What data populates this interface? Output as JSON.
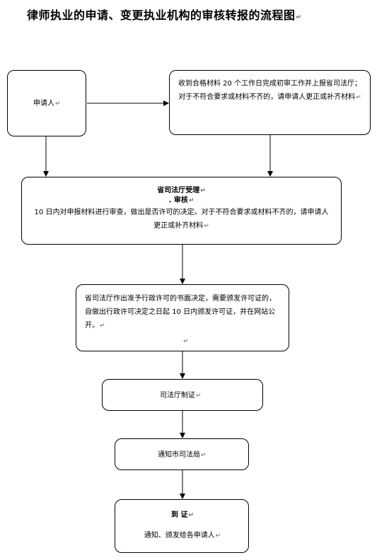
{
  "title": "律师执业的申请、变更执业机构的审核转报的流程图",
  "para_mark": "↵",
  "nodes": {
    "applicant": {
      "text": "申请人"
    },
    "initial_review": {
      "text": "收到合格材料 20 个工作日完成初审工作并上报省司法厅；对于不符合要求或材料不齐的，请申请人更正或补齐材料"
    },
    "provincial_accept": {
      "heading": "省司法厅受理",
      "subheading": ". 审核",
      "text": "10 日内对申报材料进行审查，做出是否许可的决定。对于不符合要求或材料不齐的，请申请人更正或补齐材料"
    },
    "decision": {
      "text": "省司法厅作出准予行政许可的书面决定，需要颁发许可证的，自做出行政许可决定之日起 10 日内颁发许可证，并在网站公开。"
    },
    "produce_cert": {
      "text": "司法厅制证"
    },
    "notify_bureau": {
      "text": "通知市司法局"
    },
    "receive_cert": {
      "heading": "到 证",
      "text": "通知、颁发给各申请人"
    }
  }
}
